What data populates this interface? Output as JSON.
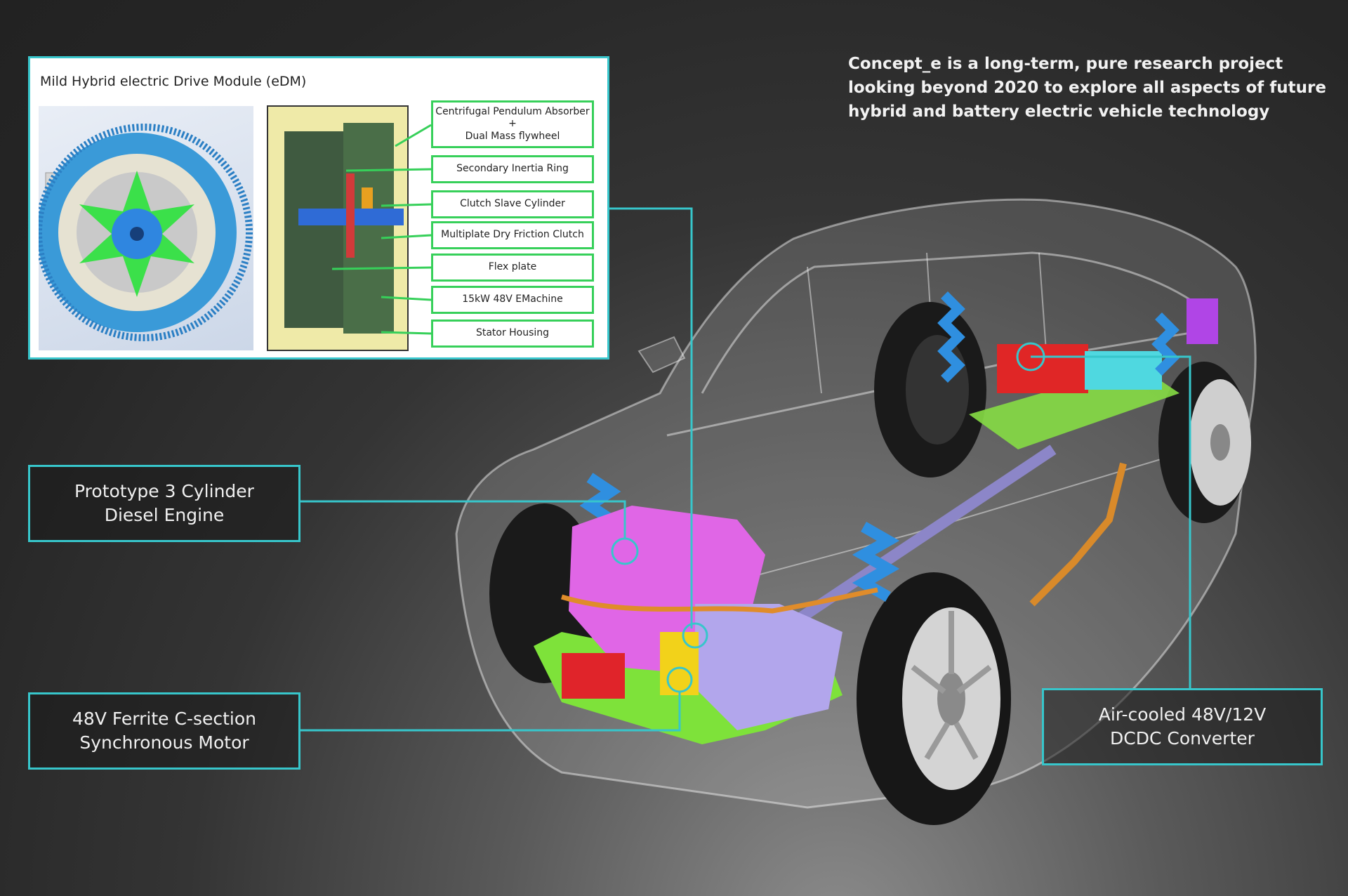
{
  "edm_panel": {
    "title": "Mild Hybrid electric Drive Module (eDM)",
    "parts": [
      "Centrifugal Pendulum Absorber\n+\nDual Mass flywheel",
      "Secondary Inertia Ring",
      "Clutch Slave Cylinder",
      "Multiplate Dry Friction Clutch",
      "Flex plate",
      "15kW 48V EMachine",
      "Stator Housing"
    ]
  },
  "description": "Concept_e is a long-term, pure research project\nlooking beyond 2020 to explore all aspects of future\nhybrid and battery electric vehicle technology",
  "callouts": {
    "engine": "Prototype 3 Cylinder\nDiesel Engine",
    "motor": "48V Ferrite C-section\nSynchronous Motor",
    "dcdc": "Air-cooled 48V/12V\nDCDC Converter"
  },
  "colors": {
    "accent_cyan": "#39c6cc",
    "part_box_green": "#37d05a",
    "engine_pink": "#e066e6",
    "suspension_blue": "#2f8fe0",
    "subframe_green": "#7ee23a",
    "motor_yellow": "#f2d21a",
    "starter_red": "#e0242a"
  }
}
